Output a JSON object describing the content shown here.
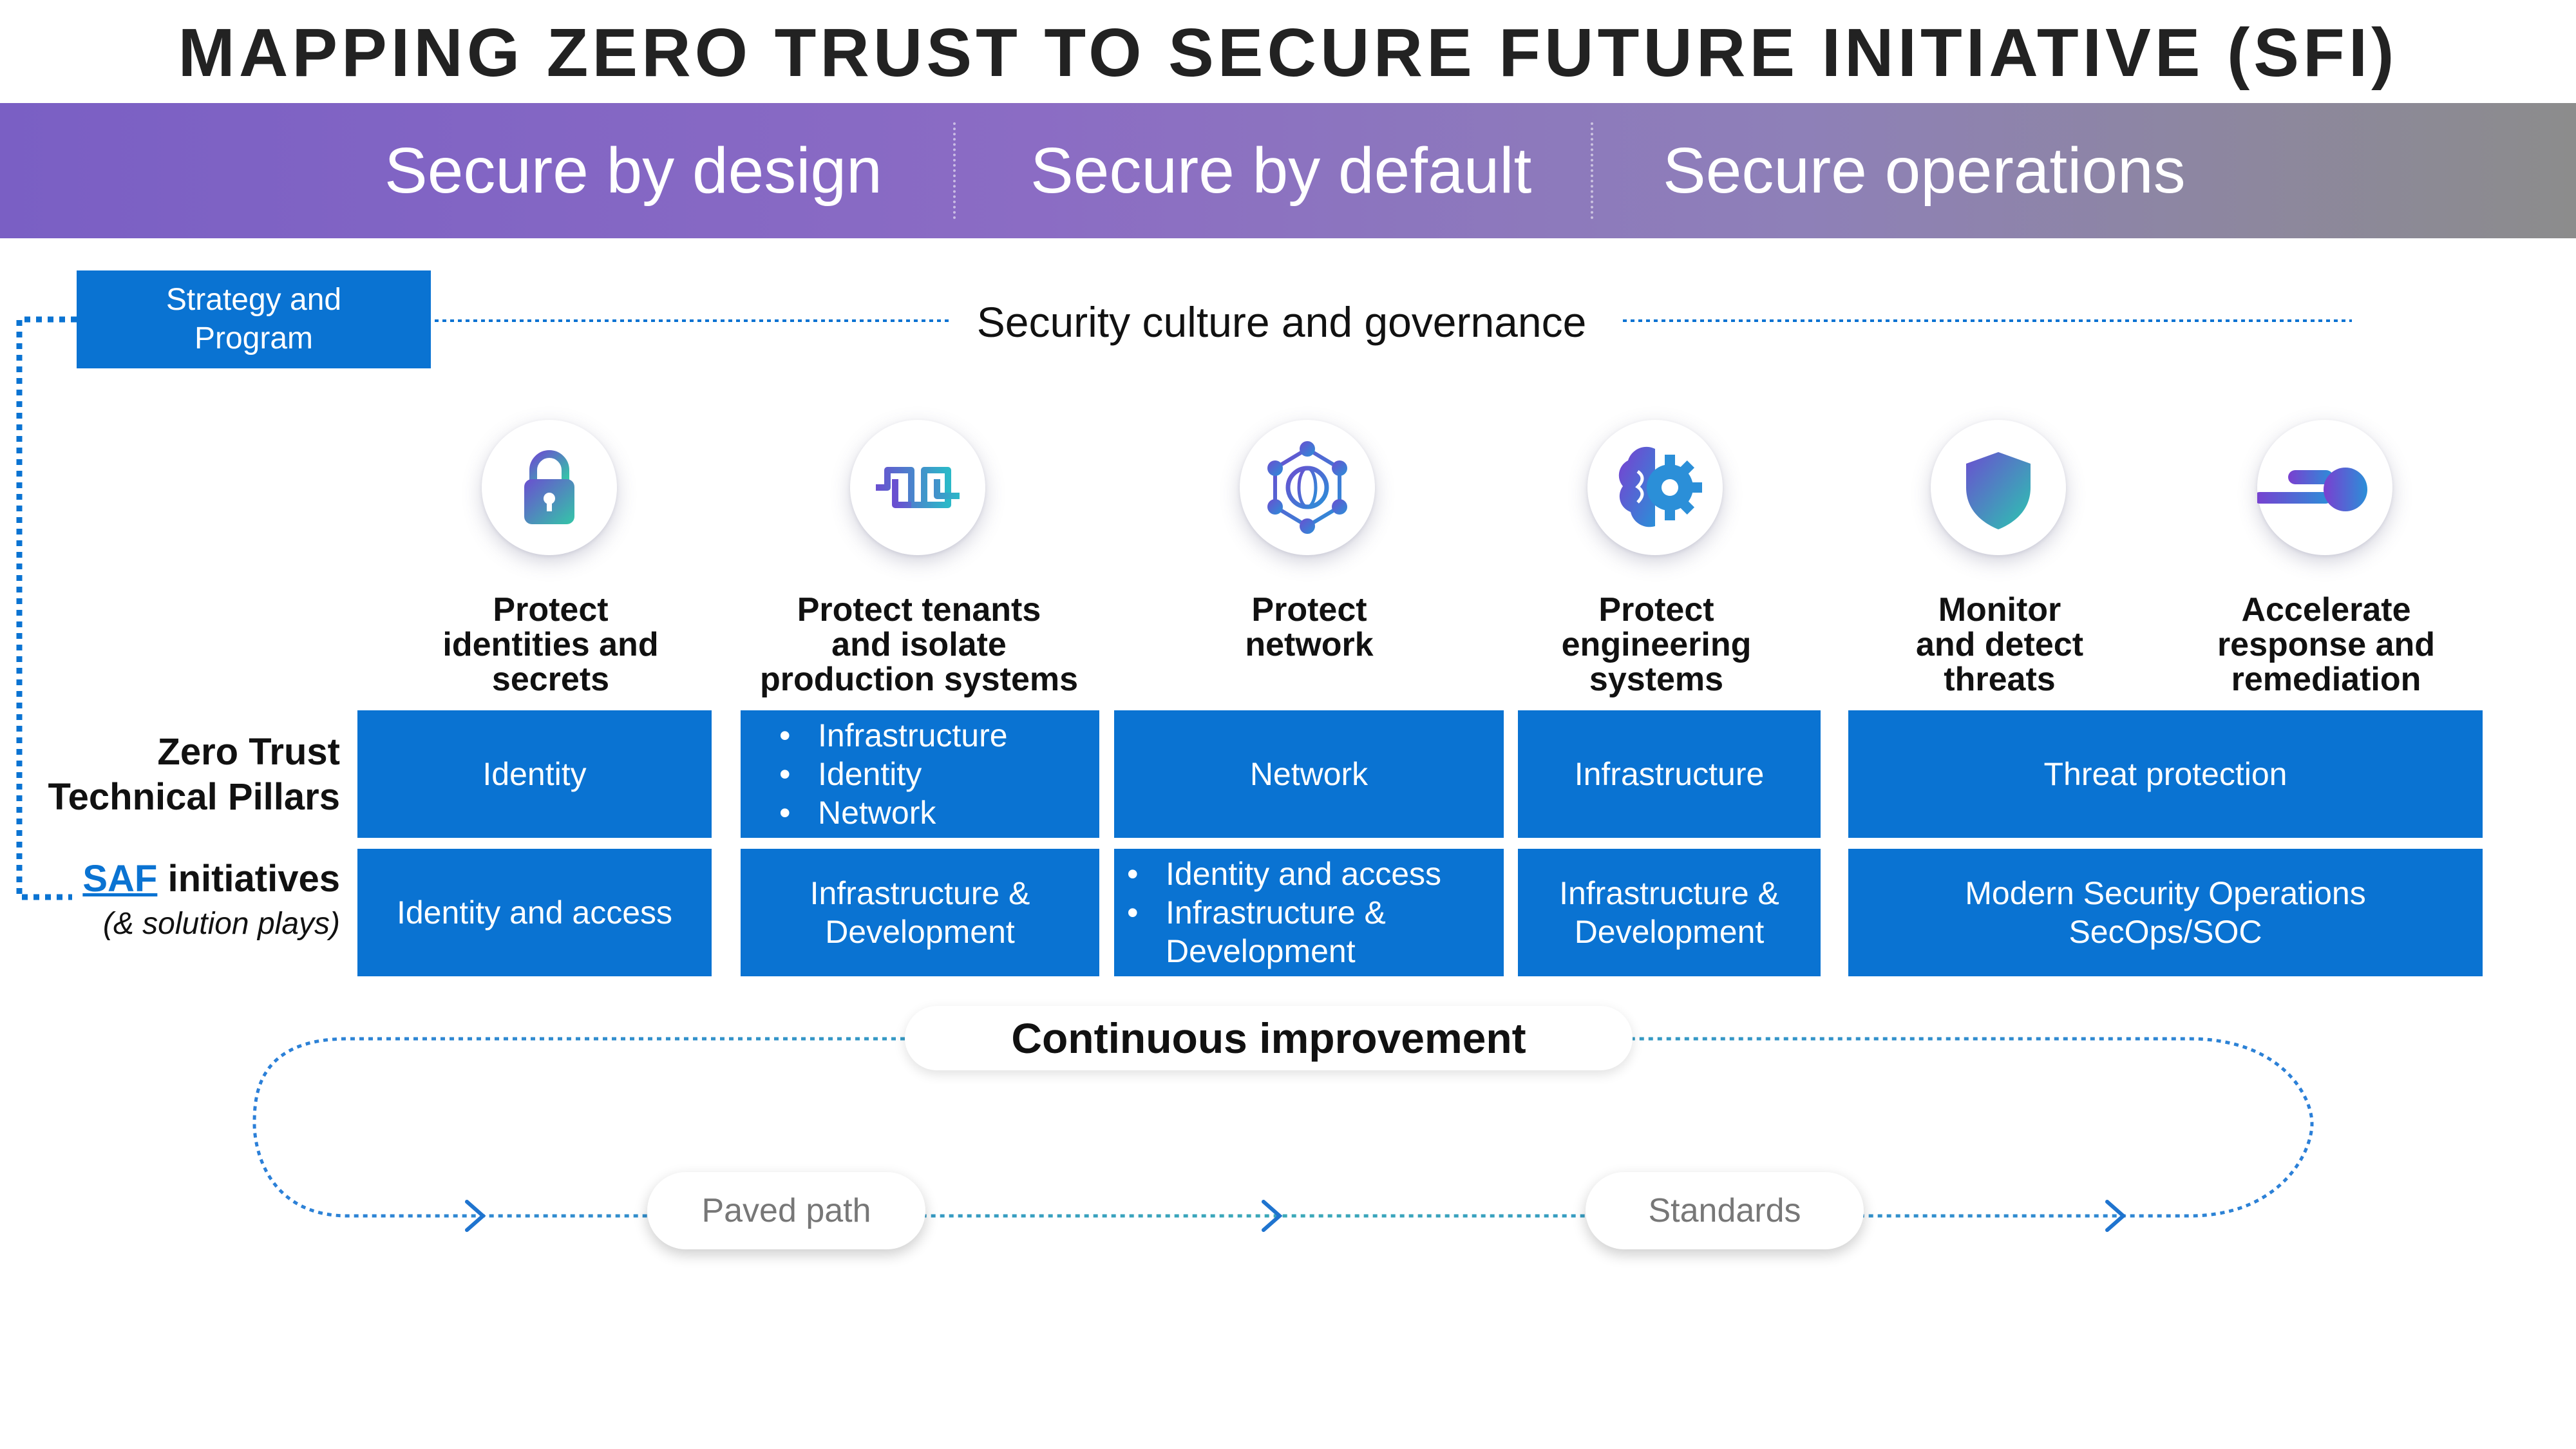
{
  "title": "MAPPING ZERO TRUST TO SECURE FUTURE INITIATIVE (SFI)",
  "banner": [
    "Secure by design",
    "Secure by default",
    "Secure operations"
  ],
  "strategy_box": [
    "Strategy and",
    "Program"
  ],
  "governance_label": "Security culture and governance",
  "columns": [
    {
      "icon": "lock-icon",
      "title": [
        "Protect",
        "identities and",
        "secrets"
      ]
    },
    {
      "icon": "circuit-icon",
      "title": [
        "Protect tenants",
        "and isolate",
        "production systems"
      ]
    },
    {
      "icon": "network-globe-icon",
      "title": [
        "Protect",
        "network"
      ]
    },
    {
      "icon": "brain-gear-icon",
      "title": [
        "Protect",
        "engineering",
        "systems"
      ]
    },
    {
      "icon": "shield-icon",
      "title": [
        "Monitor",
        "and detect",
        "threats"
      ]
    },
    {
      "icon": "speed-toggle-icon",
      "title": [
        "Accelerate",
        "response and",
        "remediation"
      ]
    }
  ],
  "row_labels": {
    "zero_trust": [
      "Zero Trust",
      "Technical Pillars"
    ],
    "saf": {
      "link": "SAF",
      "rest": " initiatives",
      "sub": "(& solution plays)"
    }
  },
  "pillars": {
    "identity": "Identity",
    "tenants": [
      "Infrastructure",
      "Identity",
      "Network"
    ],
    "network": "Network",
    "infrastructure": "Infrastructure",
    "threat": "Threat protection"
  },
  "saf_cells": {
    "identity_access": "Identity and access",
    "infra_dev": [
      "Infrastructure &",
      "Development"
    ],
    "network_list": [
      "Identity and access",
      "Infrastructure & Development"
    ],
    "infra_dev2": [
      "Infrastructure &",
      "Development"
    ],
    "secops": [
      "Modern Security Operations",
      "SecOps/SOC"
    ]
  },
  "continuous_improvement": "Continuous improvement",
  "loop_pills": [
    "Paved path",
    "Standards"
  ],
  "colors": {
    "accent": "#0a73d2",
    "banner_start": "#7a5fc4",
    "banner_end": "#8c8c8c",
    "loop_line": "#58b8a8"
  }
}
